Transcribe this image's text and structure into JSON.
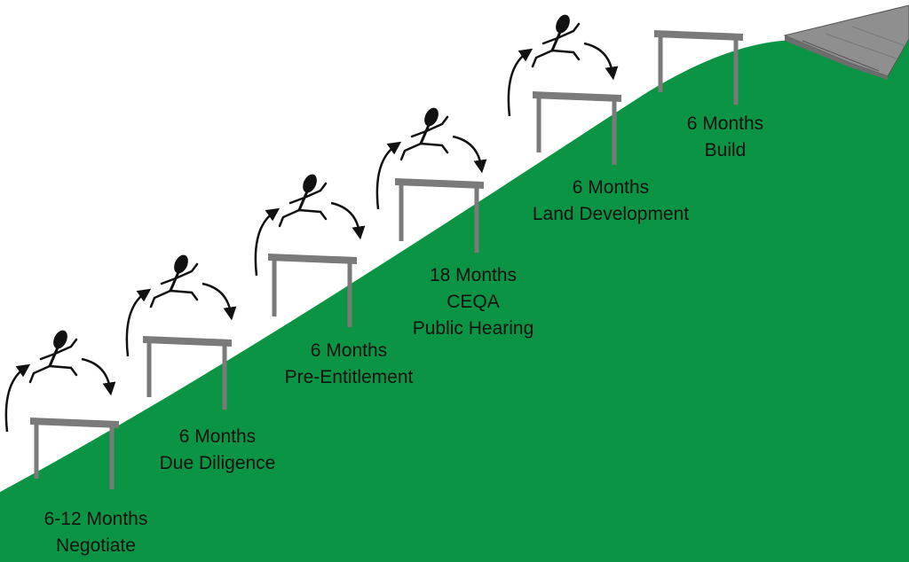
{
  "diagram": {
    "colors": {
      "hill": "#0a9444",
      "hurdle": "#7a7a7a",
      "figure": "#111111",
      "building": "#8f8f8f"
    },
    "stages": [
      {
        "duration": "6-12 Months",
        "phase": [
          "Negotiate"
        ]
      },
      {
        "duration": "6 Months",
        "phase": [
          "Due Diligence"
        ]
      },
      {
        "duration": "6 Months",
        "phase": [
          "Pre-Entitlement"
        ]
      },
      {
        "duration": "18 Months",
        "phase": [
          "CEQA",
          "Public Hearing"
        ]
      },
      {
        "duration": "6 Months",
        "phase": [
          "Land Development"
        ]
      },
      {
        "duration": "6 Months",
        "phase": [
          "Build"
        ]
      }
    ],
    "jumper_icon": "stick-figure-hurdler-icon",
    "goal_icon": "warehouse-building-icon"
  }
}
